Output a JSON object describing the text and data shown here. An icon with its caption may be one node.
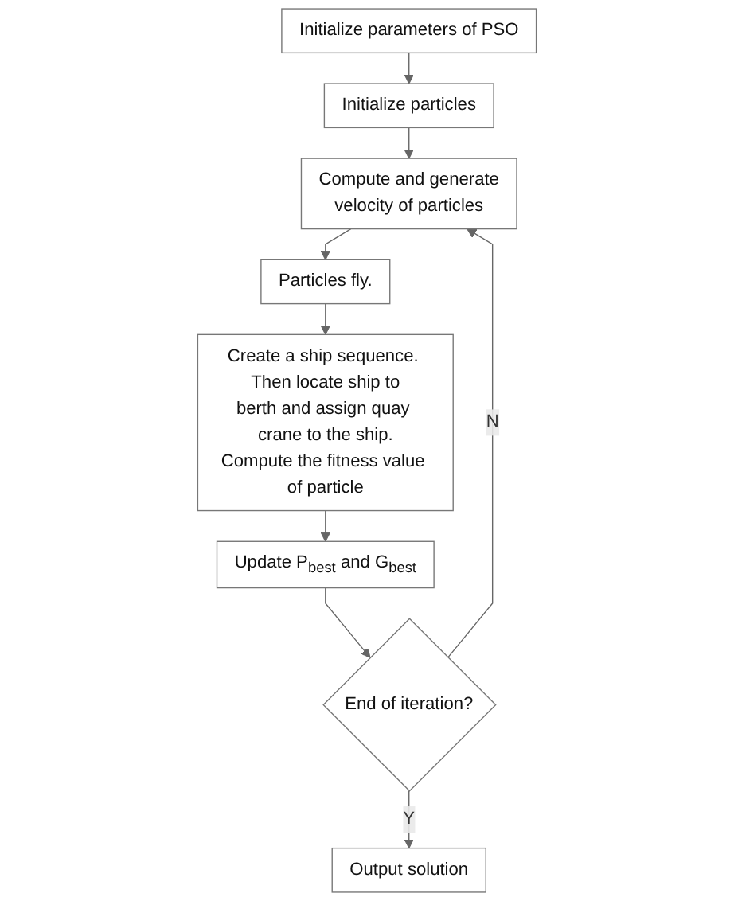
{
  "diagram": {
    "nodes": [
      {
        "text": [
          "Initialize parameters of PSO"
        ]
      },
      {
        "text": [
          "Initialize particles"
        ]
      },
      {
        "text": [
          "Compute and generate velocity of particles"
        ]
      },
      {
        "text": [
          "Particles fly."
        ]
      },
      {
        "text": [
          "Create a ship sequence. Then locate ship to berth and assign quay crane to the ship. Compute the fitness value of particle"
        ]
      },
      {
        "text": [
          "Update P$_{best}$ and G$_{best}$"
        ]
      },
      {
        "text": [
          "End of iteration?"
        ]
      },
      {
        "text": [
          "Output solution"
        ]
      }
    ],
    "edges": [
      {
        "from": 0,
        "to": 1,
        "arrow": "to"
      },
      {
        "from": 1,
        "to": 2,
        "arrow": "to"
      },
      {
        "from": 2,
        "to": 3,
        "arrow": "to"
      },
      {
        "from": 3,
        "to": 4,
        "arrow": "to"
      },
      {
        "from": 4,
        "to": 5,
        "arrow": "to"
      },
      {
        "from": 5,
        "to": 6,
        "arrow": "to"
      },
      {
        "from": 6,
        "to": 7,
        "label": "Y",
        "arrow": "to"
      },
      {
        "from": 6,
        "to": 2,
        "label": "N",
        "arrow": "to"
      }
    ]
  }
}
